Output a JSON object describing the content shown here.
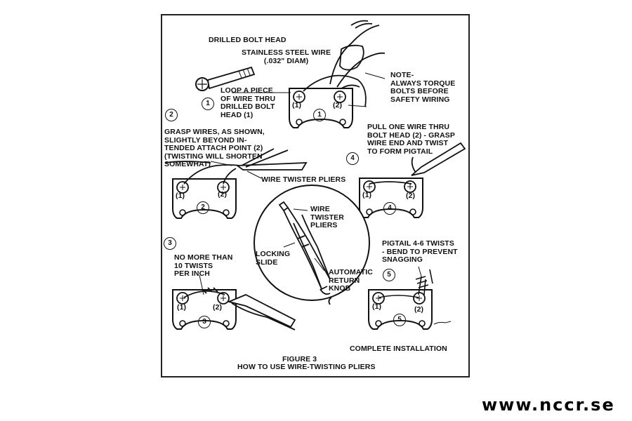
{
  "labels": {
    "drilled_bolt_head": "DRILLED BOLT HEAD",
    "stainless_wire": "STAINLESS STEEL WIRE\n(.032\" DIAM)",
    "loop_piece": "LOOP A PIECE\nOF WIRE THRU\nDRILLED BOLT\nHEAD (1)",
    "note": "NOTE-\nALWAYS TORQUE\nBOLTS BEFORE\nSAFETY WIRING",
    "grasp_wires": "GRASP WIRES, AS SHOWN,\nSLIGHTLY BEYOND IN-\nTENDED ATTACH POINT (2)\n(TWISTING WILL SHORTEN\nSOMEWHAT)",
    "wire_twister_pliers": "WIRE TWISTER PLIERS",
    "pull_one_wire": "PULL ONE WIRE THRU\nBOLT HEAD (2) - GRASP\nWIRE END AND TWIST\nTO FORM PIGTAIL",
    "wire_twister_pliers_center": "WIRE\nTWISTER\nPLIERS",
    "locking_slide": "LOCKING\nSLIDE",
    "automatic_return_knob": "AUTOMATIC\nRETURN\nKNOB",
    "no_more_than": "NO MORE THAN\n10 TWISTS\nPER INCH",
    "pigtail": "PIGTAIL 4-6 TWISTS\n- BEND TO PREVENT\nSNAGGING",
    "complete_installation": "COMPLETE INSTALLATION",
    "figure_number": "FIGURE 3",
    "figure_caption": "HOW TO USE WIRE-TWISTING PLIERS"
  },
  "step_numbers": [
    "1",
    "2",
    "3",
    "4",
    "5"
  ],
  "bolt_labels": {
    "first": "(1)",
    "second": "(2)"
  },
  "website": "www.nccr.se"
}
